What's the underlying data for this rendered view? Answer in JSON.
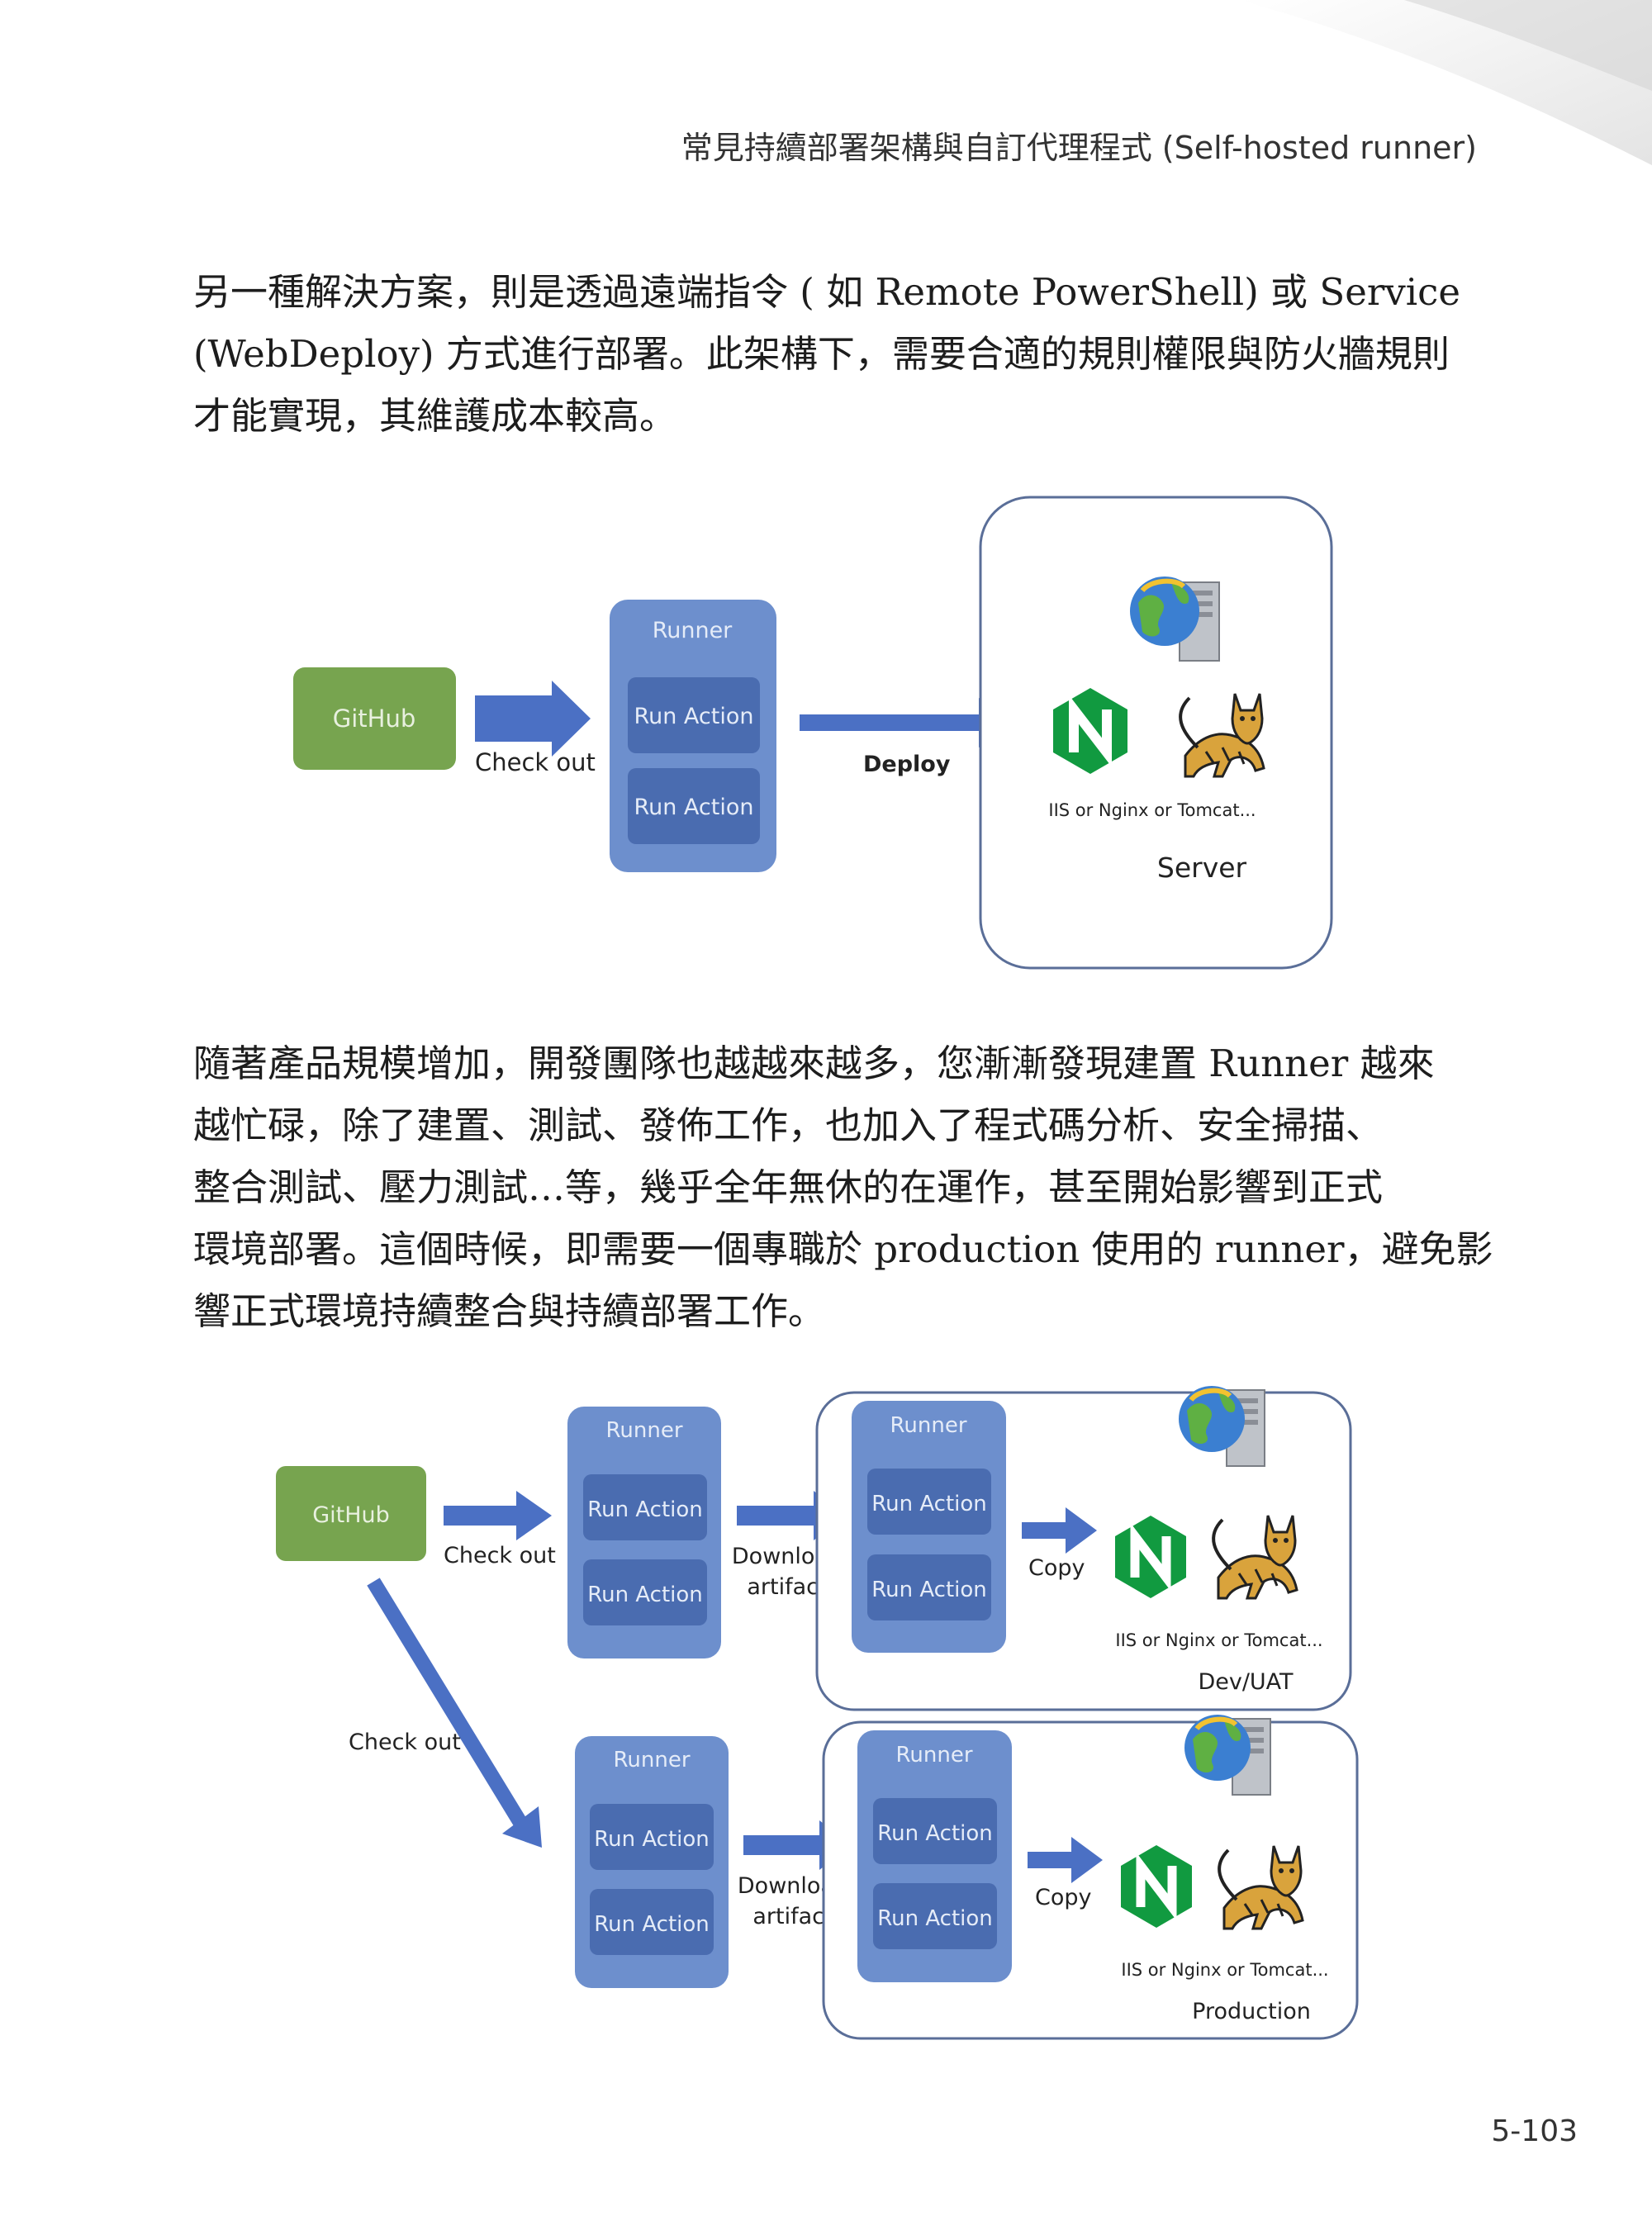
{
  "header": {
    "title": "常見持續部署架構與自訂代理程式 (Self-hosted runner)"
  },
  "paragraph1": {
    "lines": [
      "另一種解決方案，則是透過遠端指令 ( 如 Remote PowerShell) 或 Service",
      "(WebDeploy) 方式進行部署。此架構下，需要合適的規則權限與防火牆規則",
      "才能實現，其維護成本較高。"
    ]
  },
  "diagram1": {
    "github": "GitHub",
    "checkout": "Check out",
    "runner": {
      "title": "Runner",
      "actions": [
        "Run Action",
        "Run Action"
      ]
    },
    "deploy": "Deploy",
    "server": {
      "caption": "IIS or Nginx or Tomcat...",
      "title": "Server"
    }
  },
  "paragraph2": {
    "lines": [
      "隨著產品規模增加，開發團隊也越越來越多，您漸漸發現建置 Runner 越來",
      "越忙碌，除了建置、測試、發佈工作，也加入了程式碼分析、安全掃描、",
      "整合測試、壓力測試…等，幾乎全年無休的在運作，甚至開始影響到正式",
      "環境部署。這個時候，即需要一個專職於 production 使用的 runner，避免影",
      "響正式環境持續整合與持續部署工作。"
    ]
  },
  "diagram2": {
    "github": "GitHub",
    "checkout_top": "Check out",
    "checkout_diag": "Check out",
    "top": {
      "runner": {
        "title": "Runner",
        "actions": [
          "Run Action",
          "Run Action"
        ]
      },
      "download": [
        "Download",
        "artifact"
      ],
      "server_runner": {
        "title": "Runner",
        "actions": [
          "Run Action",
          "Run Action"
        ]
      },
      "copy": "Copy",
      "caption": "IIS or Nginx or Tomcat...",
      "env": "Dev/UAT"
    },
    "bottom": {
      "runner": {
        "title": "Runner",
        "actions": [
          "Run Action",
          "Run Action"
        ]
      },
      "download": [
        "Download",
        "artifact"
      ],
      "server_runner": {
        "title": "Runner",
        "actions": [
          "Run Action",
          "Run Action"
        ]
      },
      "copy": "Copy",
      "caption": "IIS or Nginx or Tomcat...",
      "env": "Production"
    }
  },
  "icons": [
    "globe-server-icon",
    "nginx-icon",
    "tomcat-icon"
  ],
  "colors": {
    "github_green": "#77a44f",
    "runner_blue": "#6d8fcd",
    "action_blue": "#4a6cb0",
    "arrow_blue": "#4b70c4",
    "nginx_green": "#119a40",
    "tomcat_tan": "#d9a33c"
  },
  "page_number": "5-103"
}
